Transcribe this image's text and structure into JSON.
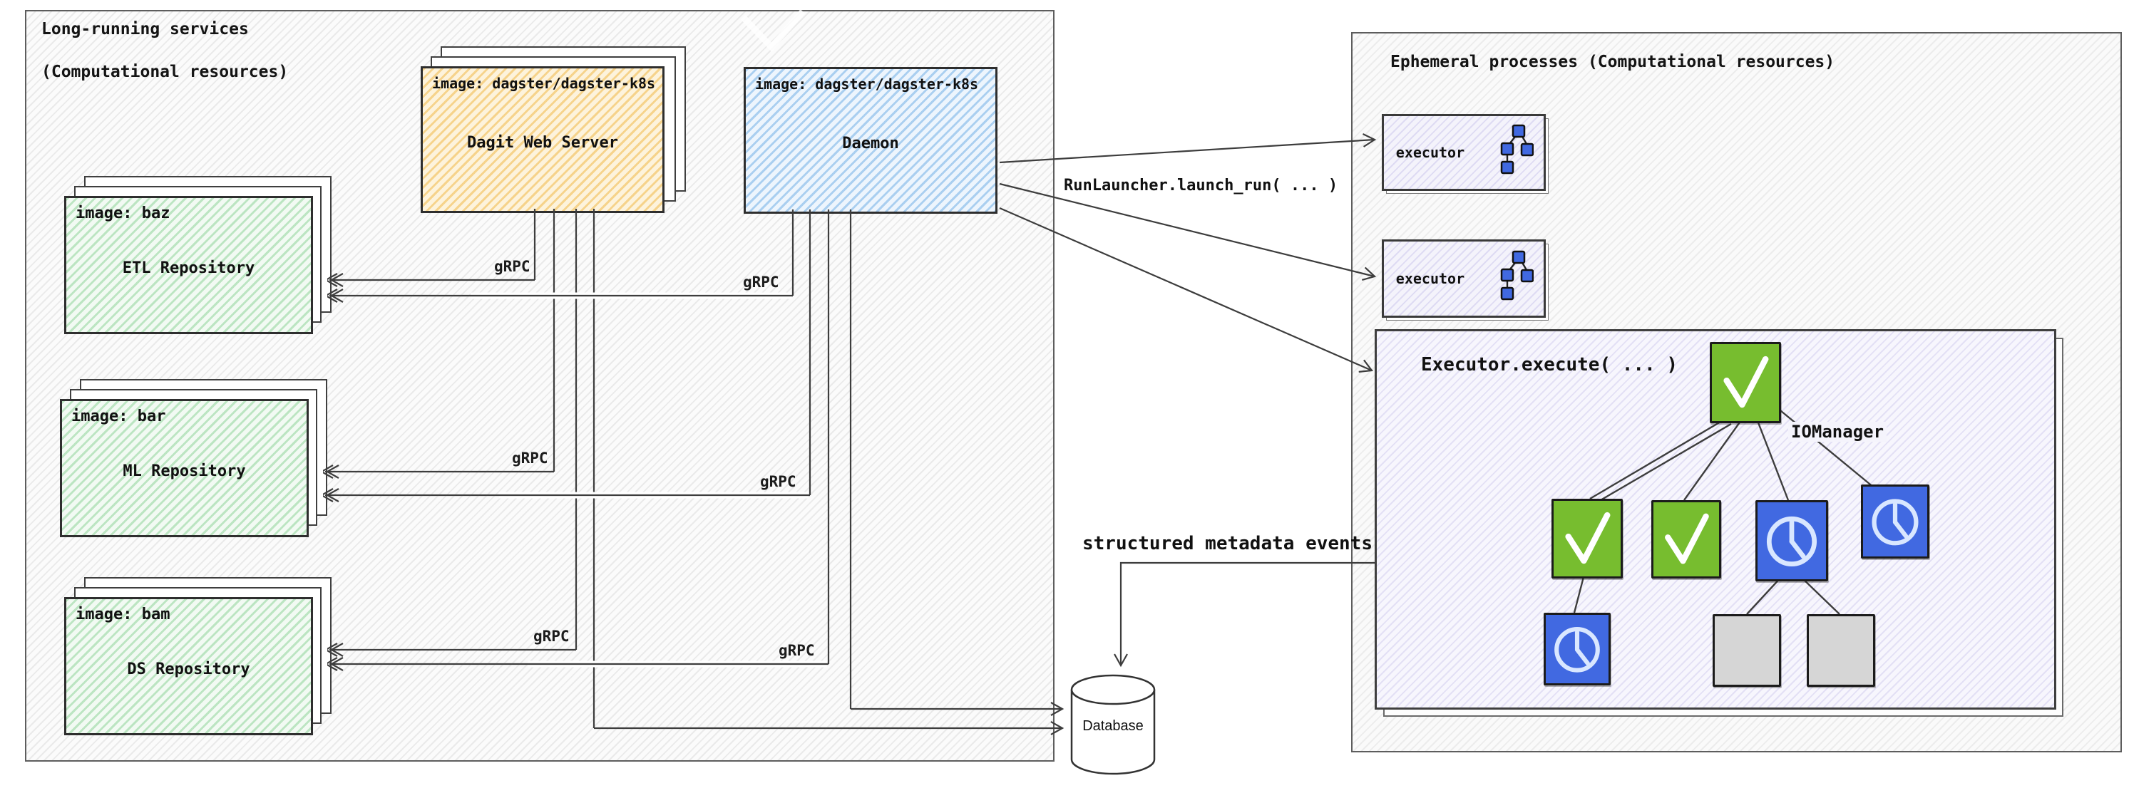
{
  "left_panel": {
    "title_line1": "Long-running services",
    "title_line2": "(Computational resources)",
    "dagit": {
      "image_label": "image: dagster/dagster-k8s",
      "name": "Dagit Web Server"
    },
    "daemon": {
      "image_label": "image: dagster/dagster-k8s",
      "name": "Daemon"
    },
    "repos": [
      {
        "image_label": "image: baz",
        "name": "ETL Repository"
      },
      {
        "image_label": "image: bar",
        "name": "ML Repository"
      },
      {
        "image_label": "image: bam",
        "name": "DS Repository"
      }
    ]
  },
  "connections": {
    "grpc_label": "gRPC",
    "run_launcher_label": "RunLauncher.launch_run( ... )",
    "metadata_events_label": "structured metadata events"
  },
  "database": {
    "label": "Database"
  },
  "right_panel": {
    "title": "Ephemeral processes (Computational resources)",
    "executor_boxes": [
      {
        "label": "executor"
      },
      {
        "label": "executor"
      }
    ],
    "execute_box": {
      "title": "Executor.execute( ... )",
      "iomanager_label": "IOManager"
    }
  },
  "colors": {
    "success_node_green": "#77bd2f",
    "pending_node_blue": "#4169e1",
    "skipped_node_gray": "#d6d6d6",
    "dagit_hatch_orange": "#f6d38b",
    "daemon_hatch_blue": "#aacff0",
    "repo_hatch_green": "#bce5c2",
    "executor_hatch_lavender": "#dedbf3"
  }
}
